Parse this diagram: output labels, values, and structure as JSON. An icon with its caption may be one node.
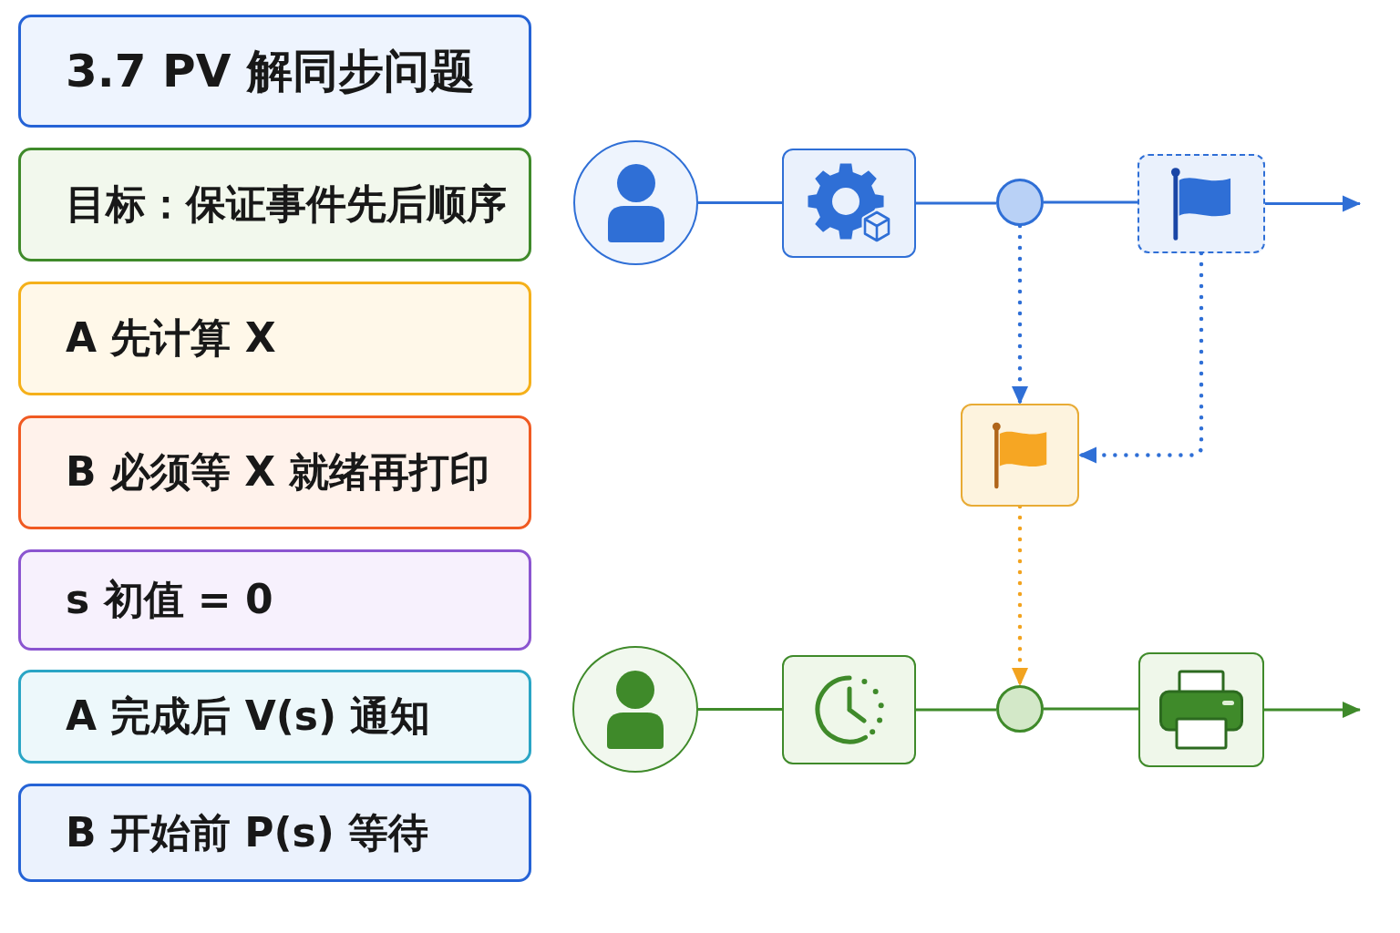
{
  "diagram": {
    "nodes": [
      {
        "text": [
          "3.7 PV 解同步问题"
        ]
      },
      {
        "text": [
          "目标：保证事件先后顺序"
        ]
      },
      {
        "text": [
          "A 先计算 X"
        ]
      },
      {
        "text": [
          "B 必须等 X 就绪再打印"
        ]
      },
      {
        "text": [
          "s 初值 = 0"
        ]
      },
      {
        "text": [
          "A 完成后 V(s) 通知"
        ]
      },
      {
        "text": [
          "B 开始前 P(s) 等待"
        ]
      },
      {
        "text": [],
        "shape": "person"
      },
      {
        "text": [],
        "shape": "gear"
      },
      {
        "text": [],
        "shape": "circle"
      },
      {
        "text": [],
        "shape": "flag"
      },
      {
        "text": [],
        "shape": "flag"
      },
      {
        "text": [],
        "shape": "person"
      },
      {
        "text": [],
        "shape": "clock"
      },
      {
        "text": [],
        "shape": "circle"
      },
      {
        "text": [],
        "shape": "printer"
      }
    ],
    "edges": [
      {
        "from": 7,
        "to": 8,
        "arrow": "none"
      },
      {
        "from": 8,
        "to": 9,
        "arrow": "none"
      },
      {
        "from": 9,
        "to": 10,
        "arrow": "none"
      },
      {
        "from": 10,
        "to": null,
        "arrow": "to"
      },
      {
        "from": 9,
        "to": 11,
        "arrow": "to",
        "style": "dashed"
      },
      {
        "from": 10,
        "to": 11,
        "arrow": "to",
        "style": "dashed"
      },
      {
        "from": 11,
        "to": 14,
        "arrow": "to",
        "style": "dashed",
        "color": "#f2a31f"
      },
      {
        "from": 12,
        "to": 13,
        "arrow": "none",
        "color": "#3f8a2a"
      },
      {
        "from": 13,
        "to": 14,
        "arrow": "none",
        "color": "#3f8a2a"
      },
      {
        "from": 14,
        "to": 15,
        "arrow": "none",
        "color": "#3f8a2a"
      },
      {
        "from": 15,
        "to": null,
        "arrow": "to",
        "color": "#3f8a2a"
      }
    ]
  }
}
